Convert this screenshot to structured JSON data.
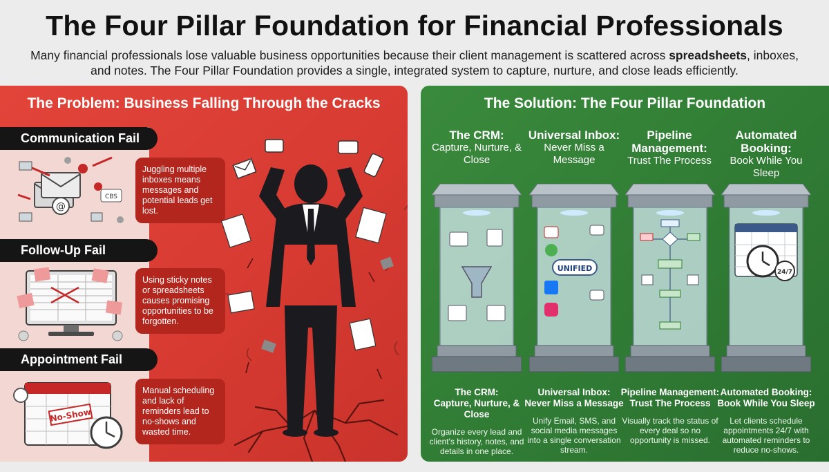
{
  "header": {
    "title": "The Four Pillar Foundation for Financial Professionals",
    "subtitle_part1": "Many financial professionals lose valuable business opportunities because their client management is scattered across ",
    "subtitle_bold": "spreadsheets",
    "subtitle_part2": ", inboxes, and notes. The Four Pillar Foundation provides a single, integrated system to capture, nurture, and close leads efficiently."
  },
  "problem": {
    "title": "The Problem: Business Falling Through the Cracks",
    "fails": [
      {
        "label": "Communication Fail",
        "text": "Juggling multiple inboxes means messages and potential leads get lost.",
        "icon": "envelope-chaos-icon",
        "badge": "CBS"
      },
      {
        "label": "Follow-Up Fail",
        "text": "Using sticky notes or spreadsheets causes promising opportunities to be forgotten.",
        "icon": "spreadsheet-monitor-icon"
      },
      {
        "label": "Appointment Fail",
        "text": "Manual scheduling and lack of reminders lead to no-shows and wasted time.",
        "icon": "calendar-clock-icon",
        "stamp": "No-Show"
      }
    ]
  },
  "solution": {
    "title": "The Solution: The Four Pillar Foundation",
    "pillars": [
      {
        "head_title": "The CRM:",
        "head_sub": "Capture, Nurture, & Close",
        "foot_name_1": "The CRM:",
        "foot_name_2": "Capture, Nurture, & Close",
        "desc": "Organize every lead and client's history, notes, and details in one place.",
        "icon": "funnel-icon"
      },
      {
        "head_title": "Universal Inbox:",
        "head_sub": "Never Miss a Message",
        "foot_name_1": "Universal Inbox:",
        "foot_name_2": "Never Miss a Message",
        "desc": "Unify Email, SMS, and social media messages into a single conversation stream.",
        "icon": "unified-inbox-icon",
        "badge": "UNIFIED"
      },
      {
        "head_title": "Pipeline Management:",
        "head_sub": "Trust The Process",
        "foot_name_1": "Pipeline Management:",
        "foot_name_2": "Trust The Process",
        "desc": "Visually track the status of every deal so no opportunity is missed.",
        "icon": "pipeline-flowchart-icon"
      },
      {
        "head_title": "Automated Booking:",
        "head_sub": "Book While You Sleep",
        "foot_name_1": "Automated Booking:",
        "foot_name_2": "Book While You Sleep",
        "desc": "Let clients schedule appointments 24/7 with automated reminders to reduce no-shows.",
        "icon": "calendar-24-7-icon",
        "badge": "24/7"
      }
    ]
  },
  "colors": {
    "problem_red": "#d93d33",
    "solution_green": "#34803a",
    "label_black": "#151515"
  }
}
